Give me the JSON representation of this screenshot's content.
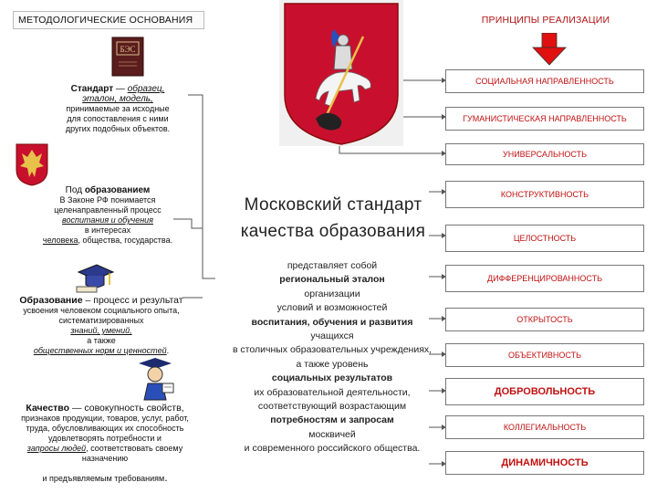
{
  "headers": {
    "left": "МЕТОДОЛОГИЧЕСКИЕ ОСНОВАНИЯ",
    "right": "ПРИНЦИПЫ РЕАЛИЗАЦИИ"
  },
  "left": {
    "standart": {
      "term": "Стандарт",
      "dash": " — ",
      "em1": "образец,",
      "em2": "эталон, модель,",
      "rest": "принимаемые за исходные для сопоставления с ними других подобных объектов."
    },
    "education_def": {
      "pre": "Под ",
      "term": "образованием",
      "line1": "В Законе РФ понимается целенаправленный процесс",
      "em": "воспитания и обучения",
      "line2": "в интересах",
      "em2": "человека",
      "line3": ", общества, государства."
    },
    "obrazovanie": {
      "term": "Образование",
      "rest": " – процесс и результат",
      "line1": "усвоения человеком социального опыта, систематизированных",
      "em1": "знаний, умений,",
      "line2": "а также",
      "em2": "общественных норм и ценностей",
      "end": "."
    },
    "dot": ".",
    "kachestvo": {
      "term": "Качество",
      "rest": " — совокупность свойств,",
      "line1": "признаков продукции, товаров, услуг, работ, труда, обусловливающих их способность удовлетворять потребности и",
      "em": "запросы людей",
      "line2": ", соответствовать своему назначению",
      "line3": "и предъявляемым требованиям",
      "end": "."
    }
  },
  "center": {
    "title1": "Московский стандарт",
    "title2": "качества образования",
    "desc": [
      {
        "t": "представляет собой",
        "b": false
      },
      {
        "t": "региональный эталон",
        "b": true
      },
      {
        "t": "организации",
        "b": false
      },
      {
        "t": "условий и возможностей",
        "b": false
      },
      {
        "t": "воспитания, обучения и развития",
        "b": true
      },
      {
        "t": "учащихся",
        "b": false
      },
      {
        "t": "в столичных образовательных учреждениях,",
        "b": false
      },
      {
        "t": "а также уровень",
        "b": false
      },
      {
        "t": "социальных результатов",
        "b": true
      },
      {
        "t": "их образовательной деятельности,",
        "b": false
      },
      {
        "t": "соответствующий возрастающим",
        "b": false
      },
      {
        "t": "потребностям и запросам",
        "b": true
      },
      {
        "t": "москвичей",
        "b": false
      },
      {
        "t": "и современного российского общества.",
        "b": false
      }
    ]
  },
  "principles": [
    {
      "label": "СОЦИАЛЬНАЯ НАПРАВЛЕННОСТЬ",
      "big": false
    },
    {
      "label": "ГУМАНИСТИЧЕСКАЯ НАПРАВЛЕННОСТЬ",
      "big": false
    },
    {
      "label": "УНИВЕРСАЛЬНОСТЬ",
      "big": false
    },
    {
      "label": "КОНСТРУКТИВНОСТЬ",
      "big": false
    },
    {
      "label": "ЦЕЛОСТНОСТЬ",
      "big": false
    },
    {
      "label": "ДИФФЕРЕНЦИРОВАННОСТЬ",
      "big": false
    },
    {
      "label": "ОТКРЫТОСТЬ",
      "big": false
    },
    {
      "label": "ОБЪЕКТИВНОСТЬ",
      "big": false
    },
    {
      "label": "ДОБРОВОЛЬНОСТЬ",
      "big": true
    },
    {
      "label": "КОЛЛЕГИАЛЬНОСТЬ",
      "big": false
    },
    {
      "label": "ДИНАМИЧНОСТЬ",
      "big": true
    }
  ],
  "colors": {
    "accent_red": "#c01010",
    "arrow_red": "#e01010",
    "emblem_red": "#c8102e",
    "line_gray": "#555555"
  },
  "icons": [
    "encyclopedia-book-icon",
    "russian-coat-of-arms-icon",
    "moscow-coat-of-arms-icon",
    "graduation-cap-icon",
    "professor-figure-icon",
    "down-arrow-icon"
  ]
}
